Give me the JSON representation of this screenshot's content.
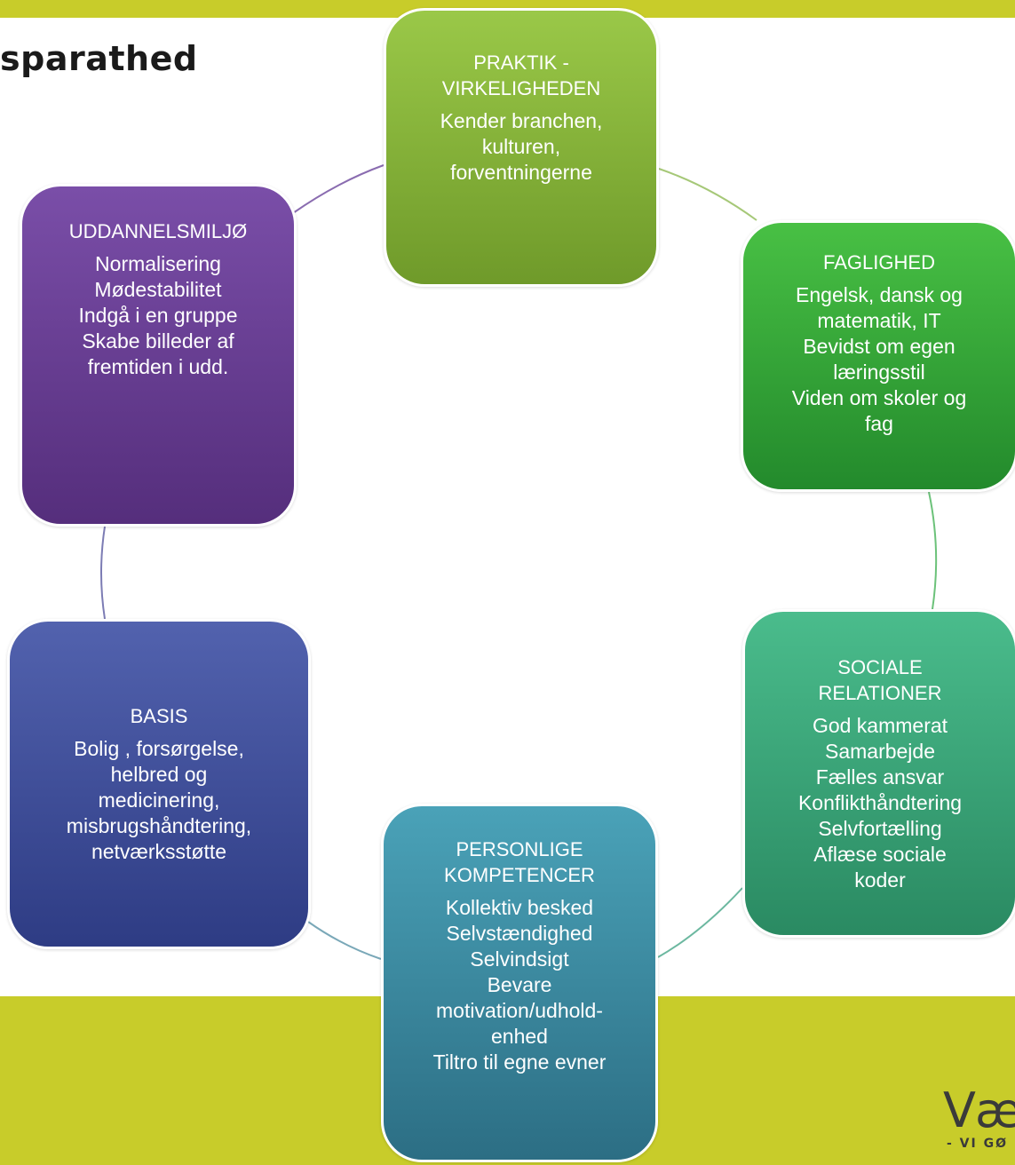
{
  "title": "sparathed",
  "nodes": {
    "praktik": {
      "heading": "PRAKTIK -\nVIRKELIGHEDEN",
      "body": "Kender branchen,\nkulturen,\nforventningerne",
      "color": "#8ab83c"
    },
    "faglighed": {
      "heading": "FAGLIGHED",
      "body": "Engelsk, dansk og\nmatematik, IT\nBevidst om egen\nlæringsstil\nViden om skoler og\nfag",
      "color": "#38ac3c"
    },
    "sociale": {
      "heading": "SOCIALE\nRELATIONER",
      "body": "God kammerat\nSamarbejde\nFælles ansvar\nKonflikthåndtering\nSelvfortælling\nAflæse sociale\nkoder",
      "color": "#3aa676"
    },
    "personlige": {
      "heading": "PERSONLIGE\nKOMPETENCER",
      "body": "Kollektiv besked\nSelvstændighed\nSelvindsigt\nBevare\nmotivation/udhold-\nenhed\nTiltro til egne evner",
      "color": "#3a8aa0"
    },
    "basis": {
      "heading": "BASIS",
      "body": "Bolig , forsørgelse,\nhelbred og\nmedicinering,\nmisbrugshåndtering,\nnetværksstøtte",
      "color": "#3f4f9c"
    },
    "uddannelse": {
      "heading": "UDDANNELSMILJØ",
      "body": "Normalisering\nMødestabilitet\nIndgå i en gruppe\nSkabe billeder af\nfremtiden i udd.",
      "color": "#683e94"
    }
  },
  "logo": {
    "mark": "Væ",
    "tagline": "- VI GØ"
  },
  "colors": {
    "band": "#c8cc2a"
  }
}
